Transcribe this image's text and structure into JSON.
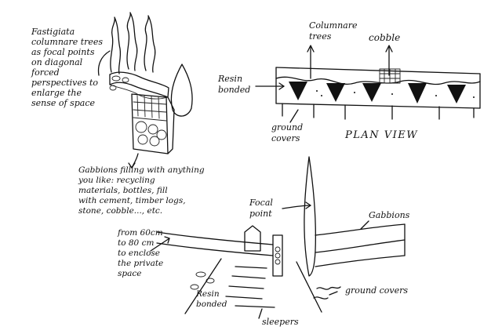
{
  "notes": {
    "fastigiata": [
      "Fastigiata",
      "columnare trees",
      "as focal points",
      "on diagonal",
      "forced",
      "perspectives to",
      "enlarge the",
      "sense of space"
    ],
    "gabbions_fill": [
      "Gabbions filling with anything",
      "you like: recycling",
      "materials, bottles, fill",
      "with cement, timber logs,",
      "stone, cobble..., etc."
    ],
    "resin_bonded_plan": [
      "Resin",
      "bonded"
    ],
    "columnare_trees": [
      "Columnare",
      "trees"
    ],
    "cobble": "cobble",
    "ground_covers_plan": [
      "ground",
      "covers"
    ],
    "plan_view": "PLAN VIEW",
    "focal_point": [
      "Focal",
      "point"
    ],
    "gabbions": "Gabbions",
    "from_60cm": [
      "from 60cm",
      "to 80 cm",
      "to enclose",
      "the private",
      "space"
    ],
    "resin_bonded_persp": [
      "Resin",
      "bonded"
    ],
    "sleepers": "sleepers",
    "ground_covers_persp": "ground covers"
  }
}
